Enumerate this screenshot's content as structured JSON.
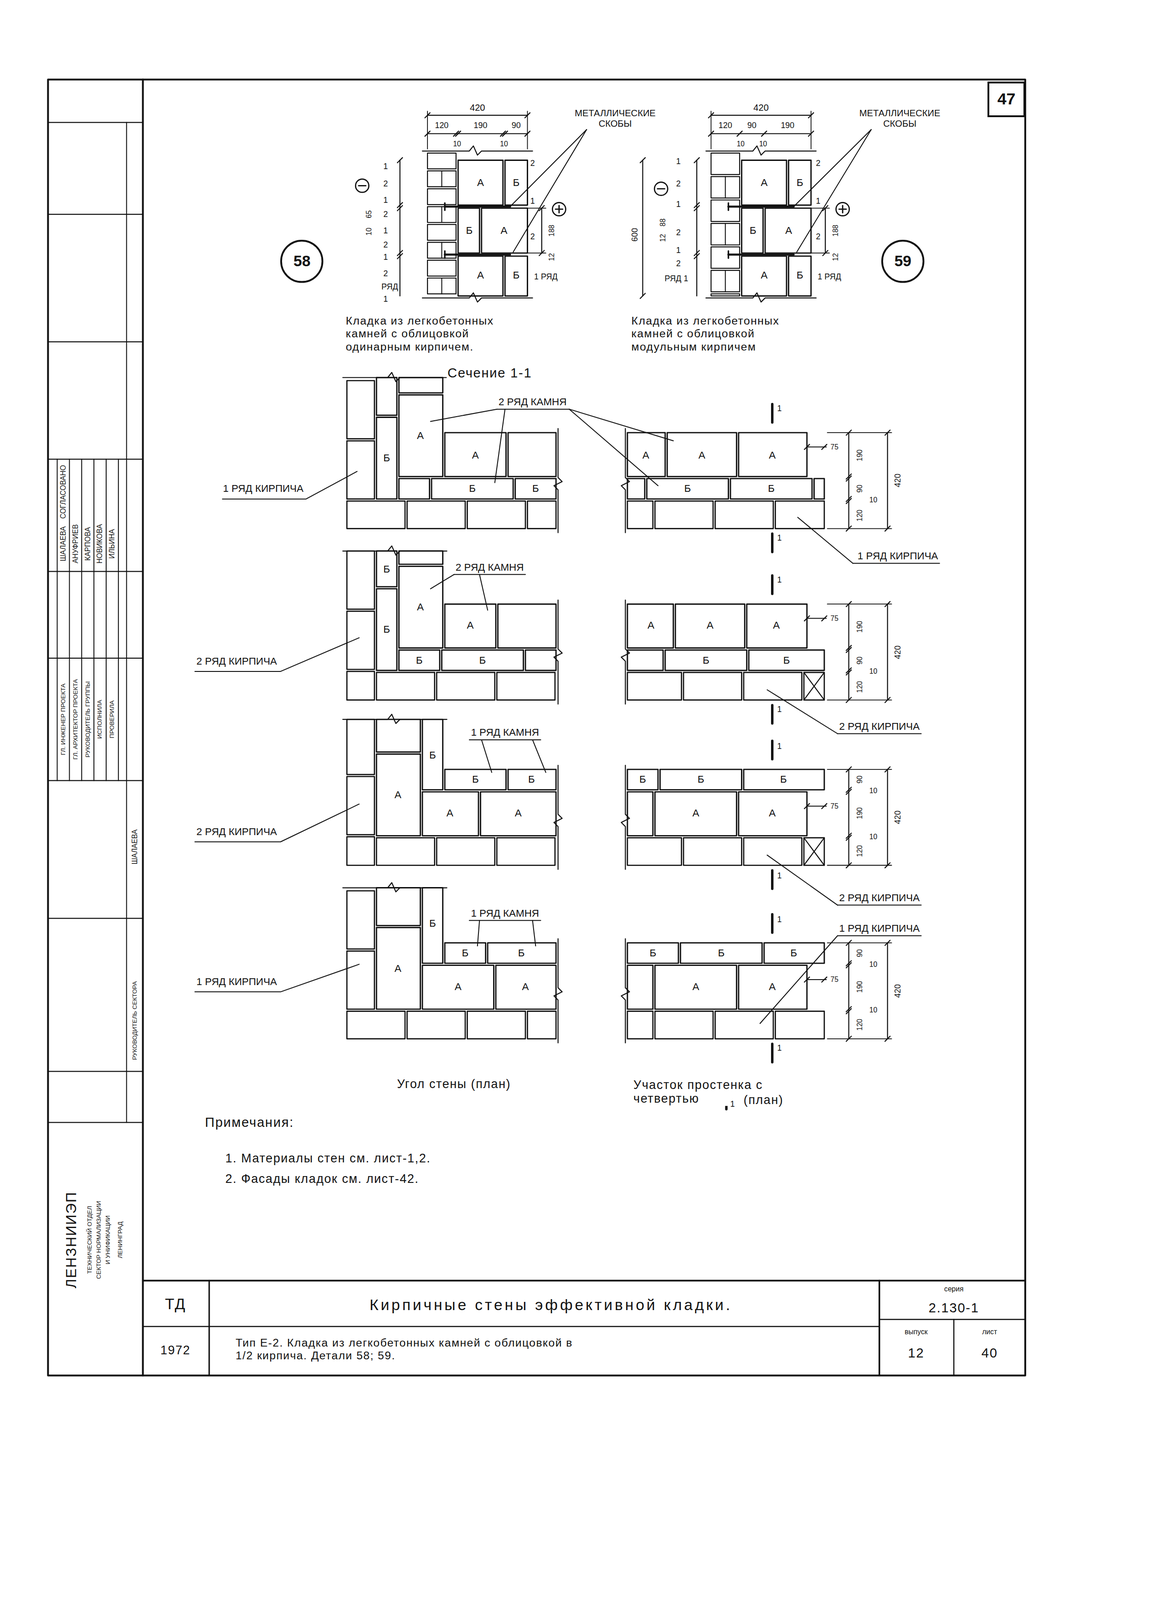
{
  "diagram": {
    "title": "Кирпичные стены эффективной кладки.",
    "nodes": [
      {
        "text": [
          "47"
        ]
      },
      {
        "text": [
          "58"
        ]
      },
      {
        "text": [
          "59"
        ]
      }
    ],
    "labels": [
      "420",
      "120",
      "190",
      "90",
      "10",
      "10",
      "МЕТАЛЛИЧЕСКИЕ СКОБЫ",
      "1",
      "2",
      "1",
      "2",
      "1",
      "2",
      "1",
      "2",
      "65",
      "10",
      "РЯД",
      "1",
      "2",
      "1",
      "2",
      "188",
      "12",
      "1 РЯД",
      "А",
      "Б",
      "Б",
      "А",
      "А",
      "Б",
      "Кладка из легкобетонных камней с облицовкой одинарным кирпичем.",
      "420",
      "120",
      "90",
      "190",
      "10",
      "10",
      "МЕТАЛЛИЧЕСКИЕ СКОБЫ",
      "600",
      "1",
      "2",
      "1",
      "2",
      "1",
      "2",
      "12",
      "88",
      "РЯД 1",
      "2",
      "1",
      "2",
      "188",
      "12",
      "1 РЯД",
      "А",
      "Б",
      "Б",
      "А",
      "А",
      "Б",
      "Кладка из легкобетонных камней с облицовкой модульным кирпичем",
      "Сечение 1-1",
      "1 РЯД КИРПИЧА",
      "2 РЯД КАМНЯ",
      "Б",
      "А",
      "А",
      "Б",
      "Б",
      "1",
      "А",
      "А",
      "А",
      "75",
      "190",
      "Б",
      "Б",
      "90",
      "10",
      "120",
      "420",
      "1",
      "1 РЯД КИРПИЧА",
      "2 РЯД КИРПИЧА",
      "2 РЯД КАМНЯ",
      "Б",
      "А",
      "Б",
      "А",
      "Б",
      "Б",
      "1",
      "А",
      "А",
      "А",
      "75",
      "190",
      "Б",
      "Б",
      "90",
      "10",
      "120",
      "420",
      "1",
      "2 РЯД КИРПИЧА",
      "2 РЯД КИРПИЧА",
      "1 РЯД КАМНЯ",
      "А",
      "Б",
      "Б",
      "Б",
      "А",
      "А",
      "1",
      "Б",
      "Б",
      "Б",
      "90",
      "10",
      "75",
      "А",
      "А",
      "190",
      "10",
      "120",
      "420",
      "1",
      "2 РЯД КИРПИЧА",
      "1 РЯД КИРПИЧА",
      "1 РЯД КАМНЯ",
      "А",
      "Б",
      "Б",
      "Б",
      "А",
      "А",
      "1",
      "1 РЯД КИРПИЧА",
      "Б",
      "Б",
      "Б",
      "90",
      "10",
      "75",
      "А",
      "А",
      "190",
      "10",
      "120",
      "420",
      "1",
      "Угол стены (план)",
      "Участок простенка с четвертью",
      "1",
      "(план)",
      "Примечания:",
      "1. Материалы стен см. лист-1,2.",
      "2. Фасады кладок см. лист-42.",
      "ТД",
      "1972",
      "Тип Е-2. Кладка из легкобетонных камней с облицовкой в 1/2 кирпича. Детали 58; 59.",
      "серия",
      "2.130-1",
      "выпуск",
      "12",
      "лист",
      "40",
      "СОГЛАСОВАНО",
      "ШАЛАЕВА",
      "АНУФРИЕВ",
      "КАРПОВА",
      "НОВИКОВА",
      "ИЛЬИНА",
      "ГЛ. ИНЖЕНЕР ПРОЕКТА",
      "ГЛ. АРХИТЕКТОР ПРОЕКТА",
      "РУКОВОДИТЕЛЬ ГРУППЫ",
      "ИСПОЛНИЛА",
      "ПРОВЕРИЛА",
      "ШАЛАЕВА",
      "РУКОВОДИТЕЛЬ СЕКТОРА",
      "ЛЕНЗНИИЭП",
      "ТЕХНИЧЕСКИЙ ОТДЕЛ",
      "СЕКТОР НОРМАЛИЗАЦИИ",
      "И УНИФИКАЦИИ",
      "ЛЕНИНГРАД"
    ]
  }
}
